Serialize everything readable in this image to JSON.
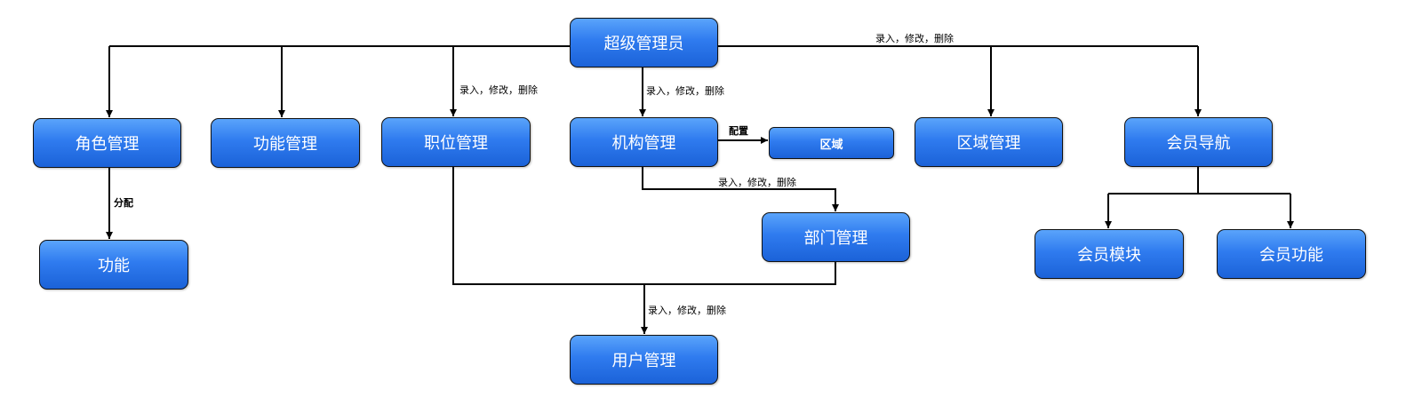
{
  "nodes": {
    "super_admin": "超级管理员",
    "role_mgmt": "角色管理",
    "function_mgmt": "功能管理",
    "position_mgmt": "职位管理",
    "org_mgmt": "机构管理",
    "area": "区域",
    "area_mgmt": "区域管理",
    "member_nav": "会员导航",
    "function": "功能",
    "dept_mgmt": "部门管理",
    "member_module": "会员模块",
    "member_function": "会员功能",
    "user_mgmt": "用户管理"
  },
  "edge_labels": {
    "crud_top_right": "录入，修改，删除",
    "crud_position": "录入，修改，删除",
    "crud_org": "录入，修改，删除",
    "config": "配置",
    "assign": "分配",
    "crud_dept": "录入，修改，删除",
    "crud_user": "录入，修改，删除"
  },
  "colors": {
    "node_fill_top": "#5aa4fb",
    "node_fill_bottom": "#1b62d8",
    "node_border": "#111111",
    "connector": "#000000"
  }
}
